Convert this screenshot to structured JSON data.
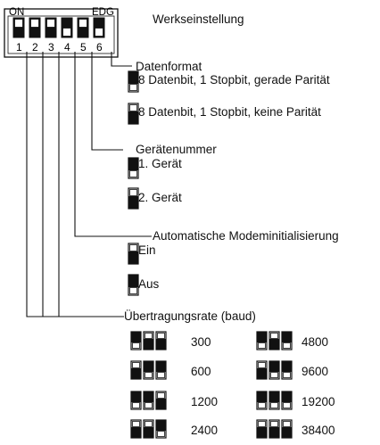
{
  "switch_block": {
    "on_label": "ON",
    "edg_label": "EDG",
    "numbers": [
      "1",
      "2",
      "3",
      "4",
      "5",
      "6"
    ]
  },
  "factory_setting": "Werkseinstellung",
  "factory_positions": [
    "top",
    "top",
    "top",
    "bottom",
    "top",
    "bottom"
  ],
  "data_format": {
    "title": "Datenformat",
    "options": [
      {
        "label": "8 Datenbit, 1 Stopbit, gerade Parität",
        "switch6": "down"
      },
      {
        "label": "8 Datenbit, 1 Stopbit, keine Parität",
        "switch6": "up"
      }
    ]
  },
  "device_number": {
    "title": "Gerätenummer",
    "options": [
      {
        "label": "1. Gerät",
        "switch5": "down"
      },
      {
        "label": "2. Gerät",
        "switch5": "up"
      }
    ]
  },
  "modem_init": {
    "title": "Automatische Modeminitialisierung",
    "options": [
      {
        "label": "Ein",
        "switch4": "up"
      },
      {
        "label": "Aus",
        "switch4": "down"
      }
    ]
  },
  "baud_rate": {
    "title": "Übertragungsrate (baud)",
    "left": [
      {
        "rate": "300",
        "switches_1_2_3": [
          "down",
          "up",
          "up"
        ]
      },
      {
        "rate": "600",
        "switches_1_2_3": [
          "up",
          "down",
          "down"
        ]
      },
      {
        "rate": "1200",
        "switches_1_2_3": [
          "down",
          "down",
          "up"
        ]
      },
      {
        "rate": "2400",
        "switches_1_2_3": [
          "up",
          "up",
          "down"
        ]
      }
    ],
    "right": [
      {
        "rate": "4800",
        "switches_1_2_3": [
          "down",
          "up",
          "down"
        ]
      },
      {
        "rate": "9600",
        "switches_1_2_3": [
          "up",
          "down",
          "down"
        ]
      },
      {
        "rate": "19200",
        "switches_1_2_3": [
          "down",
          "down",
          "down"
        ]
      },
      {
        "rate": "38400",
        "switches_1_2_3": [
          "up",
          "up",
          "up"
        ]
      }
    ]
  }
}
